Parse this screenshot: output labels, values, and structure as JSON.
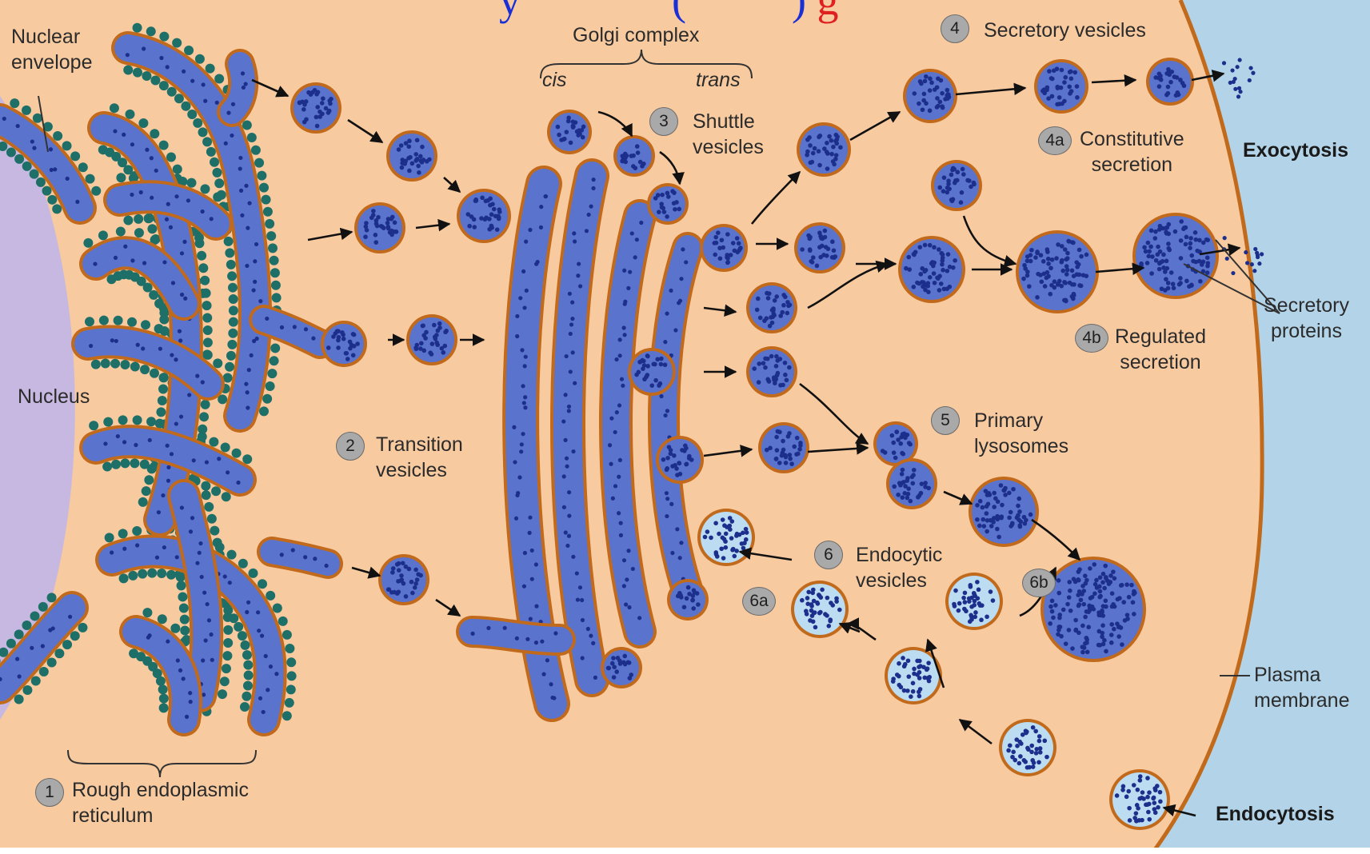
{
  "title_fragments": {
    "left": "y",
    "middle": "( ",
    "right": ") g"
  },
  "colors": {
    "cytoplasm": "#f8caa0",
    "nucleus": "#c6b8e0",
    "extracellular": "#b3d4e8",
    "membrane": "#c26a1c",
    "lumen": "#5a73cc",
    "cargo": "#1d2f8c",
    "ribosome": "#1e6f68",
    "endocytic_lumen": "#bcdcf2",
    "title_blue": "#1a2fd6",
    "title_red": "#e02020"
  },
  "labels": {
    "nuclear_envelope": "Nuclear\nenvelope",
    "nucleus": "Nucleus",
    "golgi_complex": "Golgi complex",
    "cis": "cis",
    "trans": "trans",
    "rough_er": "Rough endoplasmic\nreticulum",
    "transition_vesicles": "Transition\nvesicles",
    "shuttle_vesicles": "Shuttle\nvesicles",
    "secretory_vesicles": "Secretory vesicles",
    "constitutive_secretion": "Constitutive\nsecretion",
    "regulated_secretion": "Regulated\nsecretion",
    "primary_lysosomes": "Primary\nlysosomes",
    "endocytic_vesicles": "Endocytic\nvesicles",
    "exocytosis": "Exocytosis",
    "endocytosis": "Endocytosis",
    "secretory_proteins": "Secretory\nproteins",
    "plasma_membrane": "Plasma\nmembrane"
  },
  "step_markers": {
    "one": "1",
    "two": "2",
    "three": "3",
    "four": "4",
    "four_a": "4a",
    "four_b": "4b",
    "five": "5",
    "six": "6",
    "six_a": "6a",
    "six_b": "6b"
  }
}
